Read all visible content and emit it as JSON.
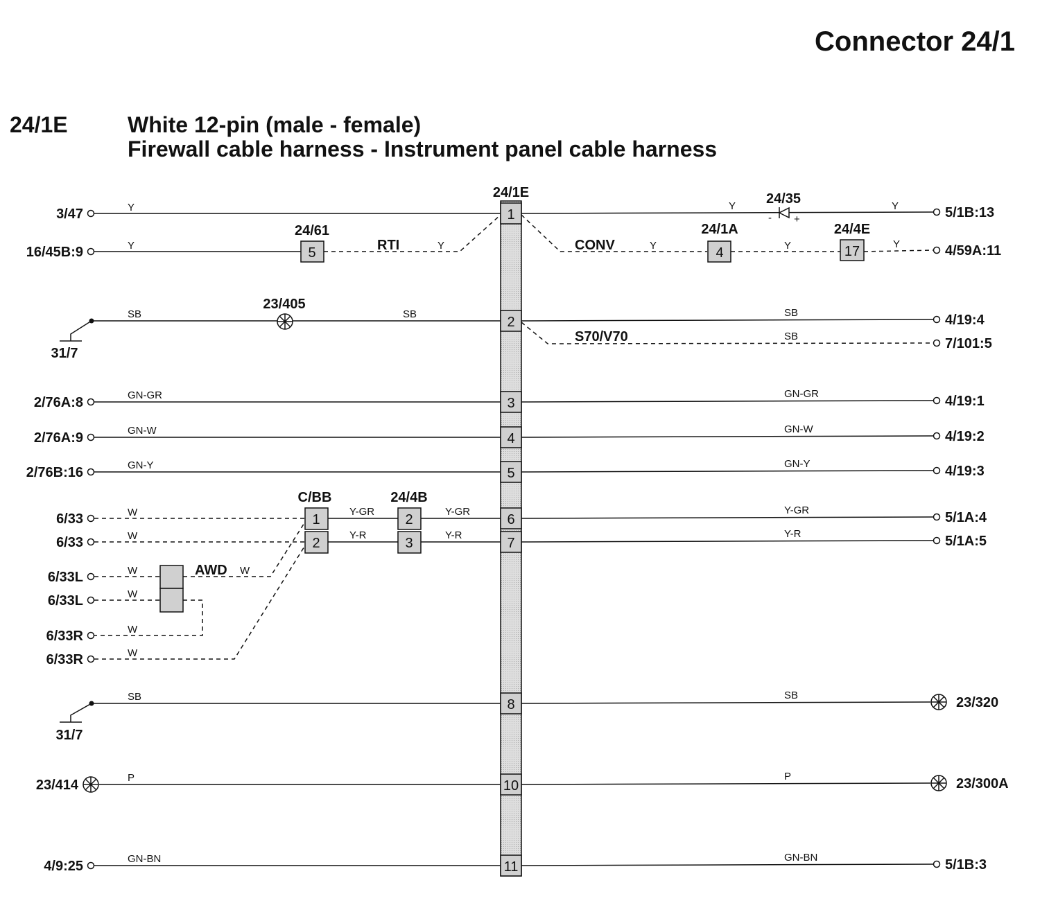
{
  "header": {
    "title": "Connector 24/1",
    "code": "24/1E",
    "desc_line1": "White 12-pin (male - female)",
    "desc_line2": "Firewall cable harness - Instrument panel cable harness"
  },
  "connector": {
    "label": "24/1E",
    "pins": [
      "1",
      "2",
      "3",
      "4",
      "5",
      "6",
      "7",
      "8",
      "10",
      "11"
    ]
  },
  "left_terminals": [
    "3/47",
    "16/45B:9",
    "31/7",
    "2/76A:8",
    "2/76A:9",
    "2/76B:16",
    "6/33",
    "6/33",
    "6/33L",
    "6/33L",
    "6/33R",
    "6/33R",
    "31/7",
    "23/414",
    "4/9:25"
  ],
  "right_terminals": [
    "5/1B:13",
    "4/59A:11",
    "4/19:4",
    "7/101:5",
    "4/19:1",
    "4/19:2",
    "4/19:3",
    "5/1A:4",
    "5/1A:5",
    "23/320",
    "23/300A",
    "5/1B:3"
  ],
  "components": {
    "c2461": {
      "label": "24/61",
      "pin": "5"
    },
    "c241a": {
      "label": "24/1A",
      "pin": "4"
    },
    "c244e": {
      "label": "24/4E",
      "pin": "17"
    },
    "c2435": {
      "label": "24/35"
    },
    "c23405": {
      "label": "23/405"
    },
    "cbb": {
      "label": "C/BB",
      "pins": [
        "1",
        "2"
      ]
    },
    "c244b": {
      "label": "24/4B",
      "pins": [
        "2",
        "3"
      ]
    }
  },
  "variant_labels": {
    "rti": "RTI",
    "conv": "CONV",
    "s70": "S70/V70",
    "awd": "AWD"
  },
  "wire_colors": {
    "y": "Y",
    "sb": "SB",
    "gngr": "GN-GR",
    "gnw": "GN-W",
    "gny": "GN-Y",
    "ygr": "Y-GR",
    "yr": "Y-R",
    "w": "W",
    "p": "P",
    "gnbn": "GN-BN"
  },
  "diode_polarity": {
    "minus": "-",
    "plus": "+"
  }
}
